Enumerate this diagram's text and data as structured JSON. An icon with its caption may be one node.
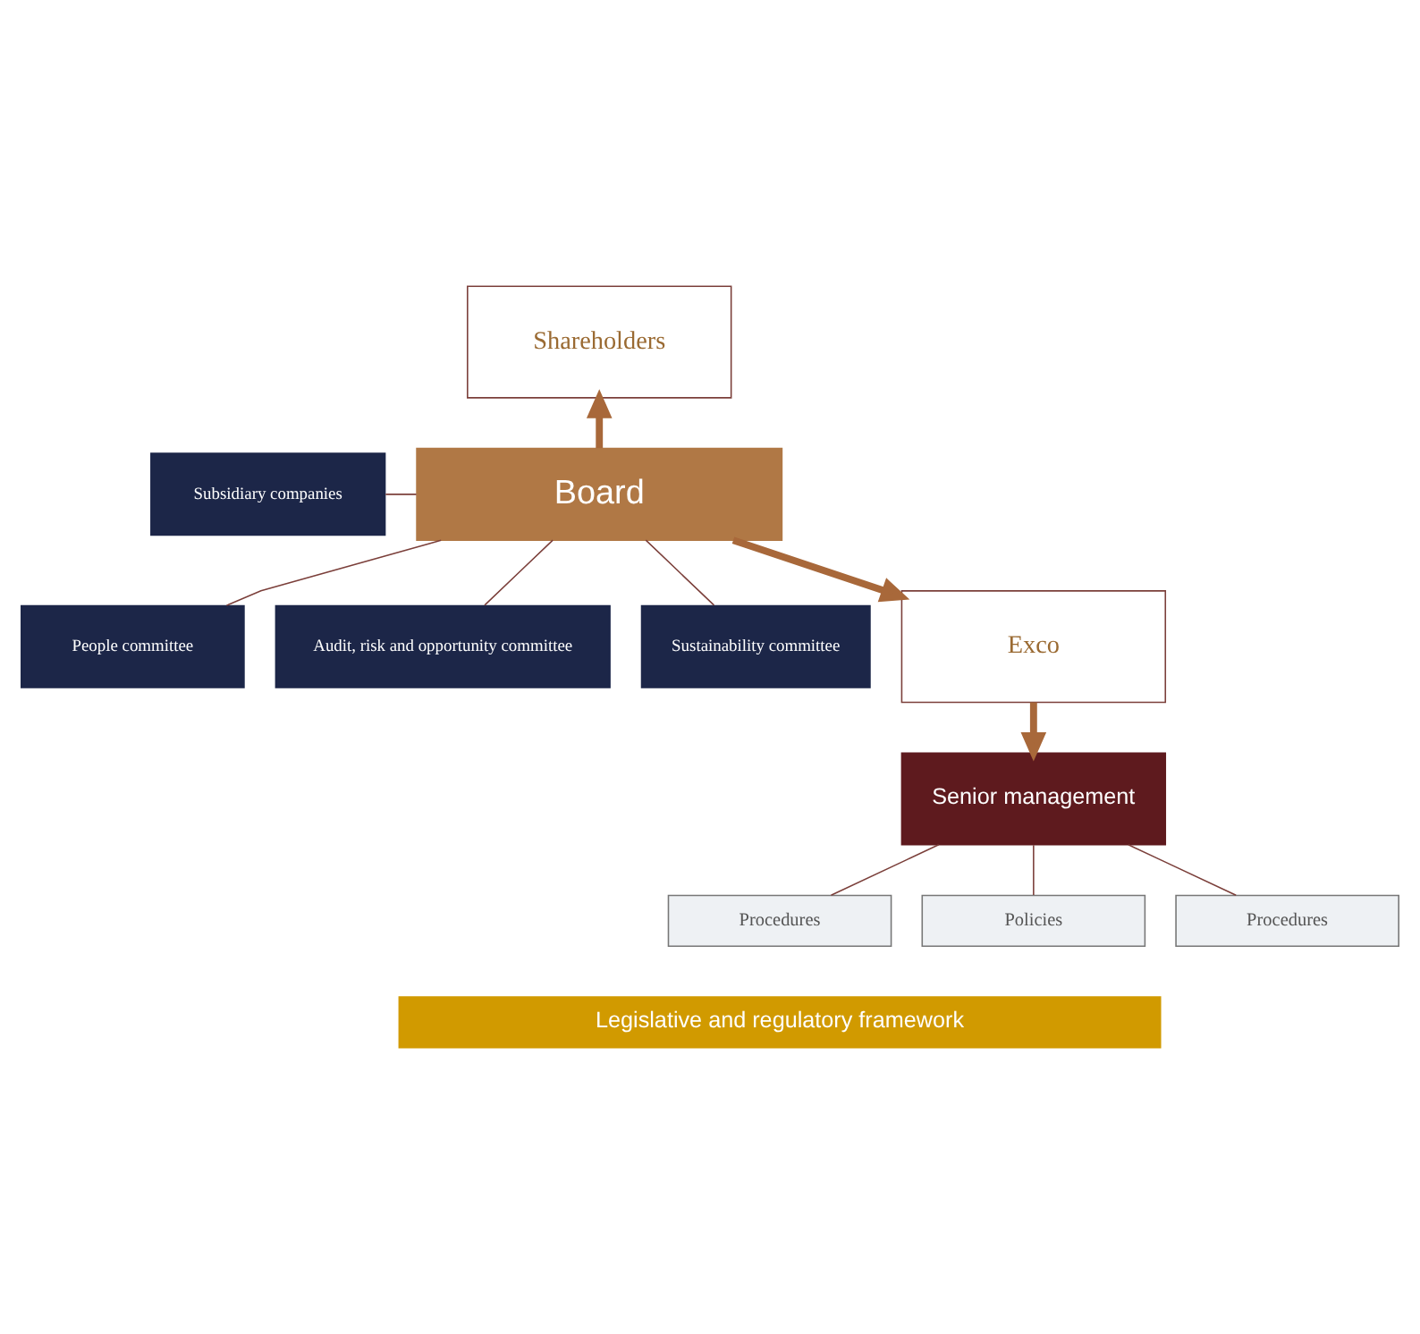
{
  "diagram": {
    "nodes": [
      {
        "text": [
          "Shareholders"
        ]
      },
      {
        "text": [
          "Board"
        ]
      },
      {
        "text": [
          "Subsidiary companies"
        ]
      },
      {
        "text": [
          "People committee"
        ]
      },
      {
        "text": [
          "Audit, risk and opportunity committee"
        ]
      },
      {
        "text": [
          "Sustainability committee"
        ]
      },
      {
        "text": [
          "Exco"
        ]
      },
      {
        "text": [
          "Senior management"
        ]
      },
      {
        "text": [
          "Procedures"
        ]
      },
      {
        "text": [
          "Policies"
        ]
      },
      {
        "text": [
          "Procedures"
        ]
      },
      {
        "text": [
          "Legislative and regulatory framework"
        ]
      }
    ],
    "edges": [
      {
        "from": 1,
        "to": 0,
        "arrow": "to",
        "style": "thick"
      },
      {
        "from": 2,
        "to": 1,
        "arrow": "none"
      },
      {
        "from": 1,
        "to": 3,
        "arrow": "none"
      },
      {
        "from": 1,
        "to": 4,
        "arrow": "none"
      },
      {
        "from": 1,
        "to": 5,
        "arrow": "none"
      },
      {
        "from": 1,
        "to": 6,
        "arrow": "to",
        "style": "thick"
      },
      {
        "from": 6,
        "to": 7,
        "arrow": "to",
        "style": "thick"
      },
      {
        "from": 7,
        "to": 8,
        "arrow": "none"
      },
      {
        "from": 7,
        "to": 9,
        "arrow": "none"
      },
      {
        "from": 7,
        "to": 10,
        "arrow": "none"
      }
    ]
  }
}
